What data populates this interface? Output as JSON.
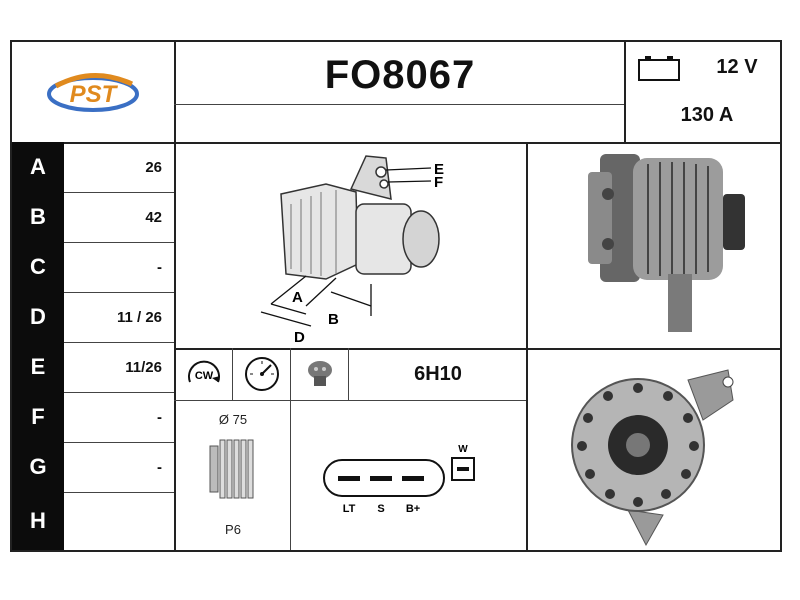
{
  "header": {
    "part_number": "FO8067",
    "voltage": "12 V",
    "amperage": "130 A"
  },
  "logo": {
    "text": "PST"
  },
  "dimension_rows": [
    {
      "letter": "A",
      "value": "26"
    },
    {
      "letter": "B",
      "value": "42"
    },
    {
      "letter": "C",
      "value": "-"
    },
    {
      "letter": "D",
      "value": "11 / 26"
    },
    {
      "letter": "E",
      "value": "11/26"
    },
    {
      "letter": "F",
      "value": "-"
    },
    {
      "letter": "G",
      "value": "-"
    },
    {
      "letter": "H",
      "value": ""
    }
  ],
  "diagram_labels": {
    "a": "A",
    "b": "B",
    "d": "D",
    "e": "E",
    "f": "F"
  },
  "rotation": {
    "direction": "CW"
  },
  "regulator": {
    "code": "6H10"
  },
  "pulley": {
    "diameter": "Ø 75",
    "grooves": "P6"
  },
  "connector": {
    "pins": [
      "LT",
      "S",
      "B+"
    ],
    "aux_pin": "W"
  },
  "icons": [
    "battery-icon",
    "rotation-cw-icon",
    "gauge-icon",
    "regulator-icon"
  ]
}
